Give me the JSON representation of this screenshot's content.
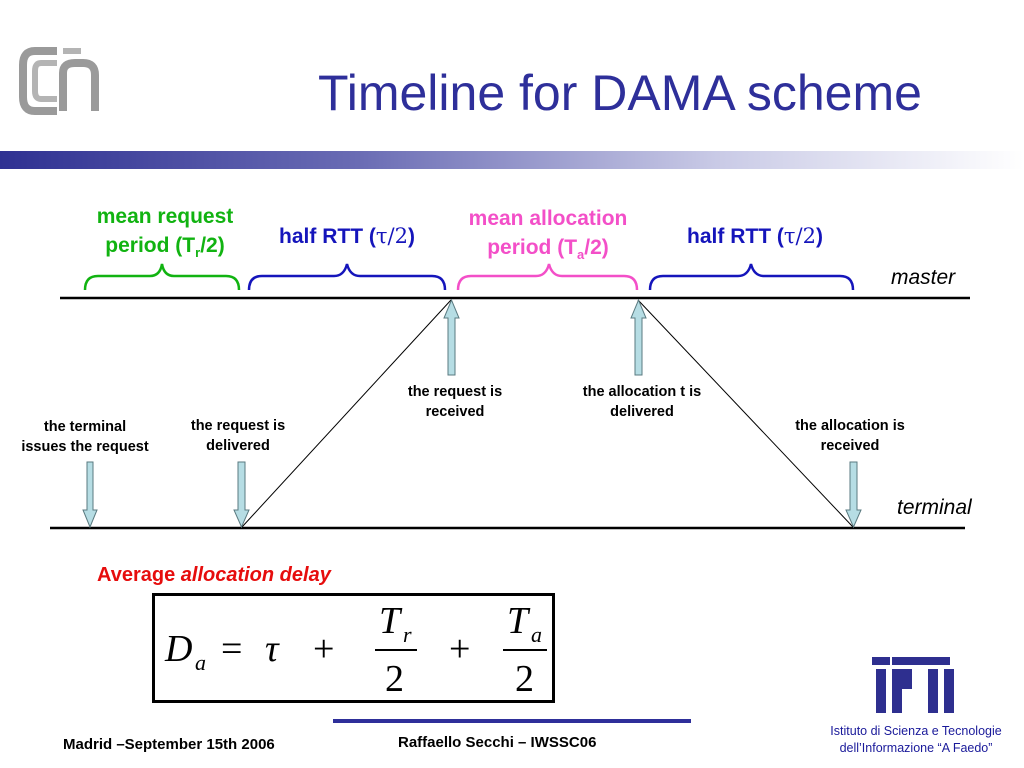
{
  "title": "Timeline for DAMA scheme",
  "segments": {
    "mean_request": {
      "line1": "mean request",
      "line2_pre": "period (T",
      "sub": "r",
      "line2_post": "/2)",
      "color": "#11b311"
    },
    "half_rtt": {
      "pre": "half RTT (",
      "tau": "τ/2",
      "post": ")",
      "color": "#1515bb"
    },
    "mean_allocation": {
      "line1": "mean allocation",
      "line2_pre": "period (T",
      "sub": "a",
      "line2_post": "/2)",
      "color": "#f34fc8"
    }
  },
  "axes": {
    "master": "master",
    "terminal": "terminal"
  },
  "events": {
    "terminal_issues": {
      "line1": "the terminal",
      "line2": "issues the request"
    },
    "request_delivered": {
      "line1": "the request is",
      "line2": "delivered"
    },
    "request_received": {
      "line1": "the request is",
      "line2": "received"
    },
    "allocation_delivered": {
      "line1": "the allocation t is",
      "line2": "delivered"
    },
    "allocation_received": {
      "line1": "the allocation is",
      "line2": "received"
    }
  },
  "formula": {
    "heading_plain": "Average",
    "heading_italic": "allocation delay",
    "D": "D",
    "D_sub": "a",
    "equals": "=",
    "tau": "τ",
    "plus": "+",
    "Tr": "T",
    "Tr_sub": "r",
    "Ta": "T",
    "Ta_sub": "a",
    "den": "2"
  },
  "footer": {
    "left": "Madrid –September 15th 2006",
    "center": "Raffaello Secchi – IWSSC06",
    "institute_line1": "Istituto di Scienza e Tecnologie",
    "institute_line2": "dell’Informazione “A Faedo”"
  },
  "colors": {
    "title": "#2e2f9a",
    "accent_red": "#e60d0d",
    "arrow_fill": "#b6dde4",
    "arrow_stroke": "#5a7a80"
  }
}
